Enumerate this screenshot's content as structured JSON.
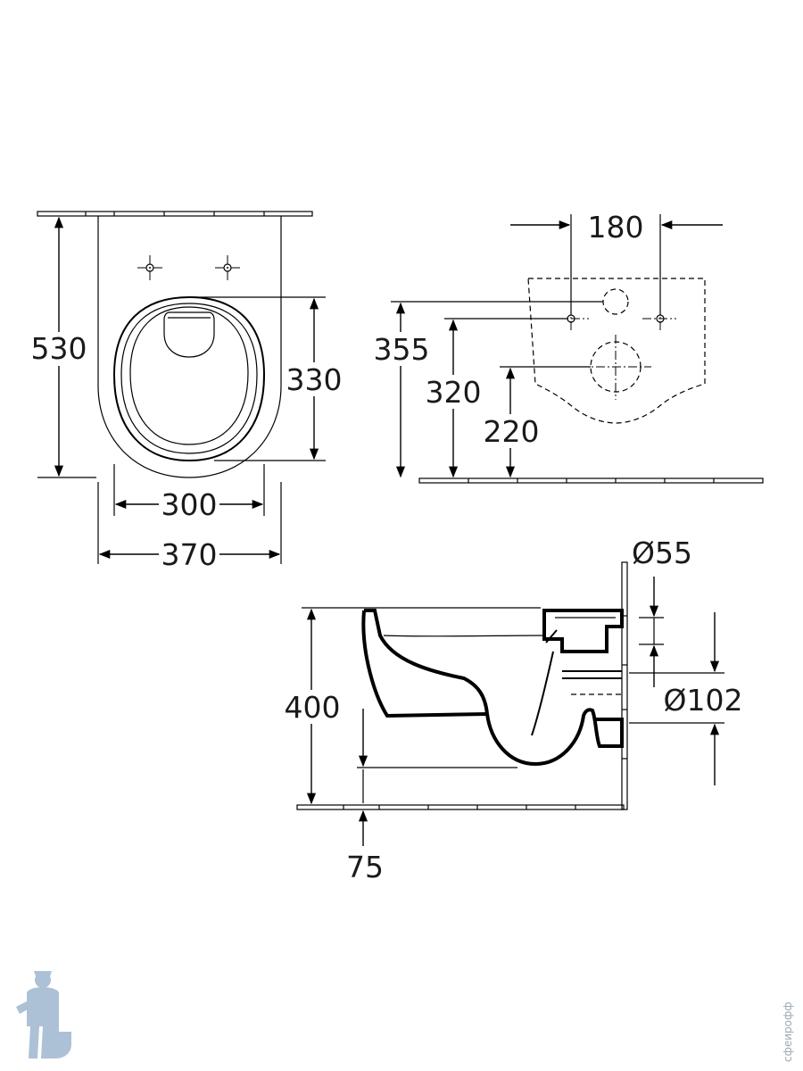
{
  "top_view": {
    "total_length": "530",
    "seat_length": "330",
    "inner_width": "300",
    "outer_width": "370"
  },
  "back_view": {
    "fixing_spacing": "180",
    "supply_height": "355",
    "fixing_height": "320",
    "outlet_height": "220"
  },
  "side_view": {
    "supply_diameter": "Ø55",
    "outlet_diameter": "Ø102",
    "rim_height": "400",
    "outlet_offset": "75"
  },
  "watermark": {
    "site": "сфеирофф"
  },
  "colors": {
    "line": "#000000",
    "watermark": "#6b8fb5"
  }
}
